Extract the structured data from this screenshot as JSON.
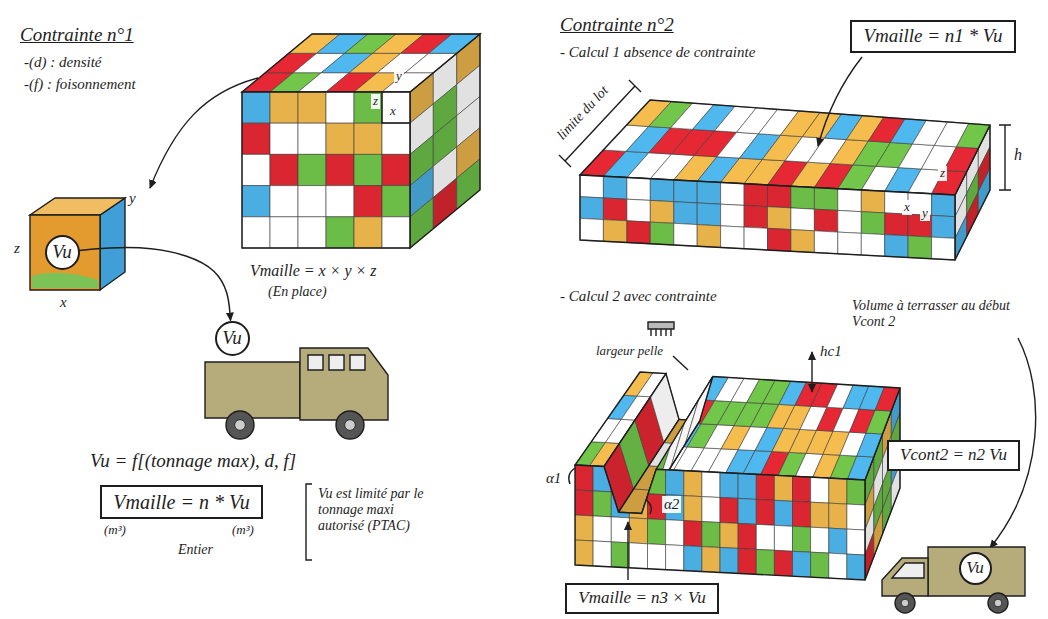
{
  "diagram": {
    "nodes": [
      {
        "text": [
          "Vu"
        ]
      },
      {
        "text": [
          "Vu"
        ]
      },
      {
        "text": [
          "Vmaille = n * Vu"
        ]
      },
      {
        "text": [
          "Vmaille = n1 * Vu"
        ]
      },
      {
        "text": [
          "Vcont2 = n2 Vu"
        ]
      },
      {
        "text": [
          "Vmaille = n3 × Vu"
        ]
      },
      {
        "text": [
          "Vu"
        ]
      }
    ],
    "edges": [
      {
        "from": 0,
        "to": 1,
        "arrow": "to"
      }
    ],
    "labels": [
      "Contrainte n°1",
      "-(d) : densité",
      "-(f) : foisonnement",
      "z",
      "y",
      "x",
      "z",
      "y",
      "x",
      "Vmaille = x × y × z",
      "(En place)",
      "Vu = f[(tonnage max), d, f]",
      "(m³)",
      "Entier",
      "(m³)",
      "Vu est limité par le tonnage maxi autorisé (PTAC)",
      "Contrainte n°2",
      "- Calcul 1 absence de contrainte",
      "limite du lot",
      "x",
      "y",
      "z",
      "h",
      "- Calcul 2 avec contrainte",
      "largeur pelle",
      "α1",
      "α2",
      "hc1",
      "Volume à terrasser au début Vcont 2"
    ]
  }
}
